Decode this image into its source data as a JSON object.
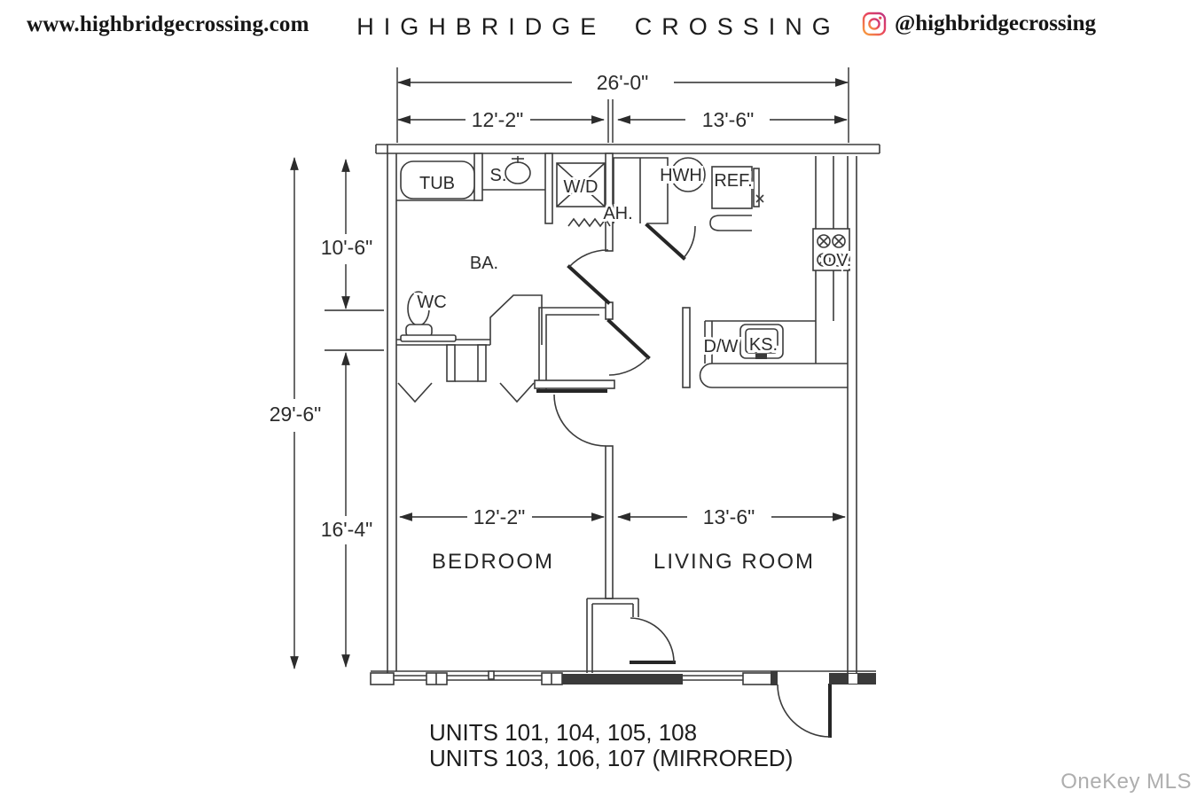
{
  "header": {
    "website": "www.highbridgecrossing.com",
    "brand": "HIGHBRIDGE CROSSING",
    "instagram_handle": "@highbridgecrossing"
  },
  "floorplan": {
    "dimensions": {
      "overall_width": "26'-0\"",
      "left_section_width": "12'-2\"",
      "right_section_width": "13'-6\"",
      "overall_height": "29'-6\"",
      "upper_height": "10'-6\"",
      "lower_height": "16'-4\"",
      "bedroom_width": "12'-2\"",
      "living_room_width": "13'-6\""
    },
    "rooms": {
      "bathroom": "BA.",
      "bedroom": "BEDROOM",
      "living_room": "LIVING ROOM"
    },
    "fixtures": {
      "tub": "TUB",
      "sink": "S.",
      "washer_dryer": "W/D",
      "toilet": "WC",
      "air_handler": "AH.",
      "hot_water_heater": "HWH",
      "refrigerator": "REF.",
      "dishwasher": "D/W",
      "kitchen_sink": "KS.",
      "oven": "OV."
    },
    "line_color": "#3b3b3b"
  },
  "footer": {
    "units_line1": "UNITS 101, 104, 105, 108",
    "units_line2": "UNITS 103, 106, 107 (MIRRORED)",
    "watermark": "OneKey MLS"
  }
}
